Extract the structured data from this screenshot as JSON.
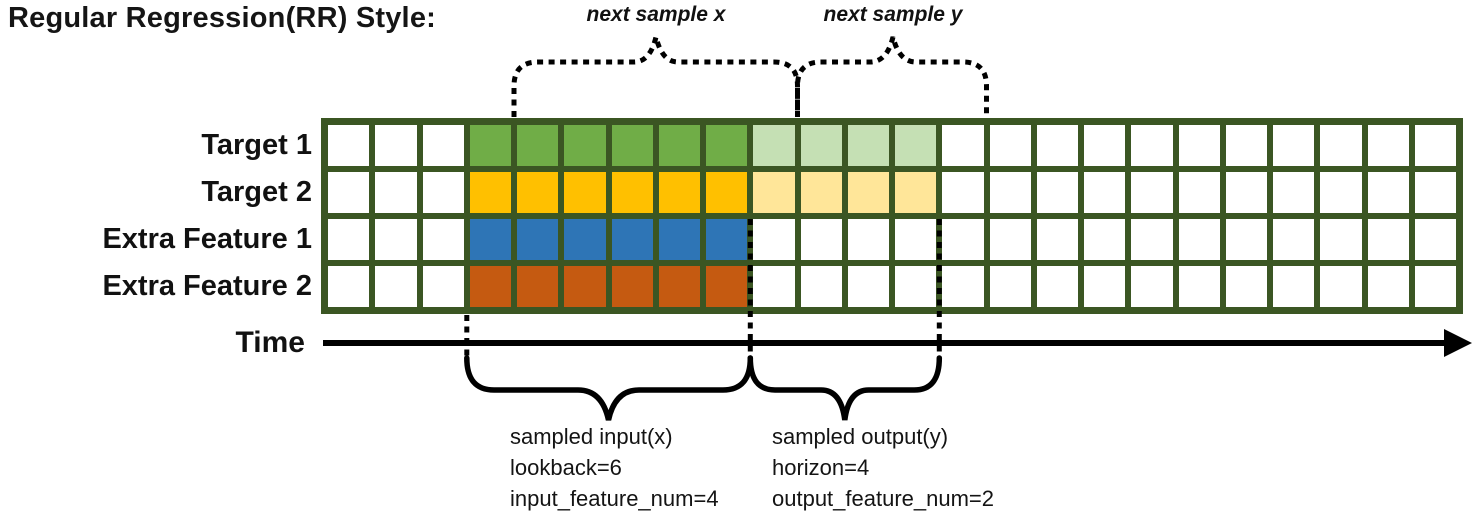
{
  "title": "Regular Regression(RR) Style:",
  "top_labels": {
    "next_x": "next sample x",
    "next_y": "next sample y"
  },
  "row_labels": [
    "Target 1",
    "Target 2",
    "Extra Feature 1",
    "Extra Feature 2"
  ],
  "time_axis": {
    "label": "Time"
  },
  "grid": {
    "num_columns": 24,
    "num_rows": 4,
    "border_color": "#3B5623",
    "cell_color": "#FFFFFF",
    "input_region": {
      "col_start": 4,
      "col_end": 9,
      "lookback": 6,
      "row_colors": [
        "#70AD47",
        "#FFC000",
        "#2E75B6",
        "#C55A11"
      ]
    },
    "output_region": {
      "col_start": 10,
      "col_end": 13,
      "horizon": 4,
      "row_colors": [
        "#C5E0B4",
        "#FFE699",
        null,
        null
      ]
    }
  },
  "annotations": {
    "input": [
      "sampled input(x)",
      "lookback=6",
      "input_feature_num=4"
    ],
    "output": [
      "sampled output(y)",
      "horizon=4",
      "output_feature_num=2"
    ]
  }
}
